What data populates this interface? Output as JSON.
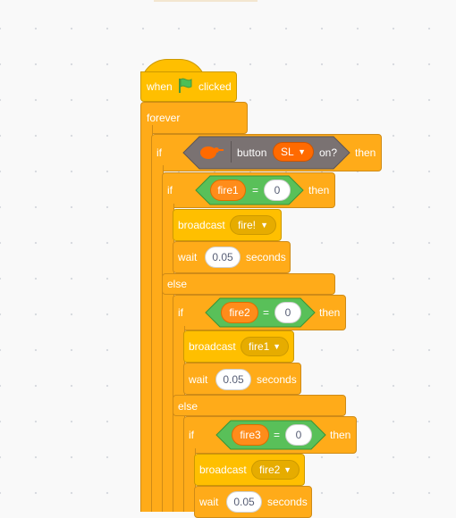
{
  "blocks": {
    "when_flag": {
      "when": "when",
      "clicked": "clicked"
    },
    "forever": "forever",
    "if_kw": "if",
    "then_kw": "then",
    "else_kw": "else",
    "sensor": {
      "button": "button",
      "value": "SL",
      "on": "on?"
    },
    "cond1": {
      "var": "fire1",
      "op": "=",
      "val": "0"
    },
    "broadcast_kw": "broadcast",
    "bc1": "fire!",
    "wait_kw": "wait",
    "wait1": "0.05",
    "seconds_kw": "seconds",
    "cond2": {
      "var": "fire2",
      "op": "=",
      "val": "0"
    },
    "bc2": "fire1",
    "wait2": "0.05",
    "cond3": {
      "var": "fire3",
      "op": "=",
      "val": "0"
    },
    "bc3": "fire2",
    "wait3": "0.05"
  },
  "colors": {
    "control": "#ffab19",
    "event": "#ffbf00",
    "operator": "#59c059",
    "variable": "#ff8c1a",
    "sensing_ext": "#7a7272"
  }
}
